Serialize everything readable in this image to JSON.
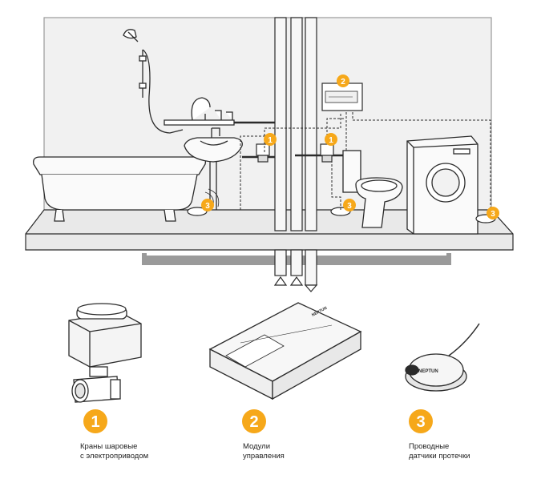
{
  "colors": {
    "accent": "#f6a81a",
    "stroke": "#2b2b2b",
    "wall": "#f1f1f1",
    "floor": "#e9e9e9"
  },
  "markers": {
    "valve": "1",
    "module": "2",
    "sensor": "3"
  },
  "legend": [
    {
      "number": "1",
      "line1": "Краны шаровые",
      "line2": "с электроприводом"
    },
    {
      "number": "2",
      "line1": "Модули",
      "line2": "управления"
    },
    {
      "number": "3",
      "line1": "Проводные",
      "line2": "датчики протечки"
    }
  ],
  "brand": "NEPTUN"
}
